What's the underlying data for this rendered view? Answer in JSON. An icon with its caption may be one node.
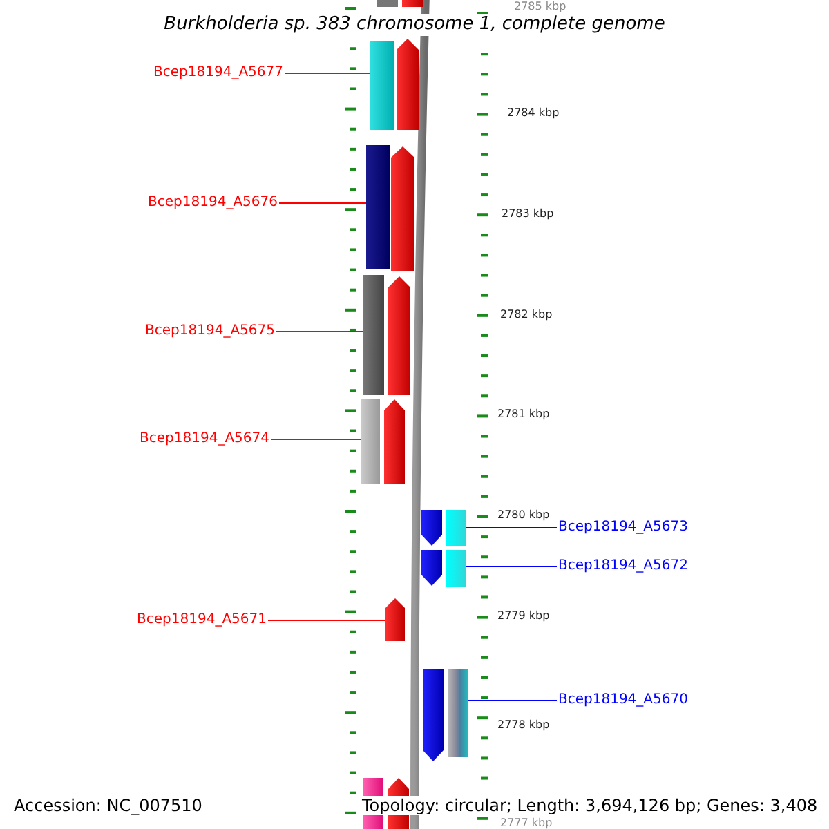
{
  "diagram": {
    "title": "Burkholderia sp. 383 chromosome 1, complete genome",
    "nodes": [
      {
        "text": [
          "Bcep18194_A5677"
        ]
      },
      {
        "text": [],
        "shape": "bar"
      },
      {
        "text": [
          "Bcep18194_A5676"
        ]
      },
      {
        "text": [],
        "shape": "bar"
      },
      {
        "text": [
          "Bcep18194_A5675"
        ]
      },
      {
        "text": [],
        "shape": "bar"
      },
      {
        "text": [
          "Bcep18194_A5674"
        ]
      },
      {
        "text": [],
        "shape": "bar"
      },
      {
        "text": [
          "Bcep18194_A5673"
        ]
      },
      {
        "text": [],
        "shape": "bar"
      },
      {
        "text": [
          "Bcep18194_A5672"
        ]
      },
      {
        "text": [],
        "shape": "bar"
      },
      {
        "text": [
          "Bcep18194_A5671"
        ]
      },
      {
        "text": [],
        "shape": "arrow"
      },
      {
        "text": [
          "Bcep18194_A5670"
        ]
      },
      {
        "text": [],
        "shape": "bar"
      }
    ],
    "edges": [
      {
        "from": 0,
        "to": 1,
        "arrow": "none"
      },
      {
        "from": 2,
        "to": 3,
        "arrow": "none"
      },
      {
        "from": 4,
        "to": 5,
        "arrow": "none"
      },
      {
        "from": 6,
        "to": 7,
        "arrow": "none"
      },
      {
        "from": 8,
        "to": 9,
        "arrow": "none",
        "color": "#0000ff"
      },
      {
        "from": 10,
        "to": 11,
        "arrow": "none",
        "color": "#0000ff"
      },
      {
        "from": 12,
        "to": 13,
        "arrow": "none"
      },
      {
        "from": 14,
        "to": 15,
        "arrow": "none",
        "color": "#0000ff"
      }
    ],
    "labels": [
      "2785 kbp",
      "2784 kbp",
      "2783 kbp",
      "2782 kbp",
      "2781 kbp",
      "2780 kbp",
      "2779 kbp",
      "2778 kbp",
      "2777 kbp",
      "Accession: NC_007510",
      "Topology: circular; Length: 3,694,126 bp; Genes: 3,408"
    ]
  }
}
